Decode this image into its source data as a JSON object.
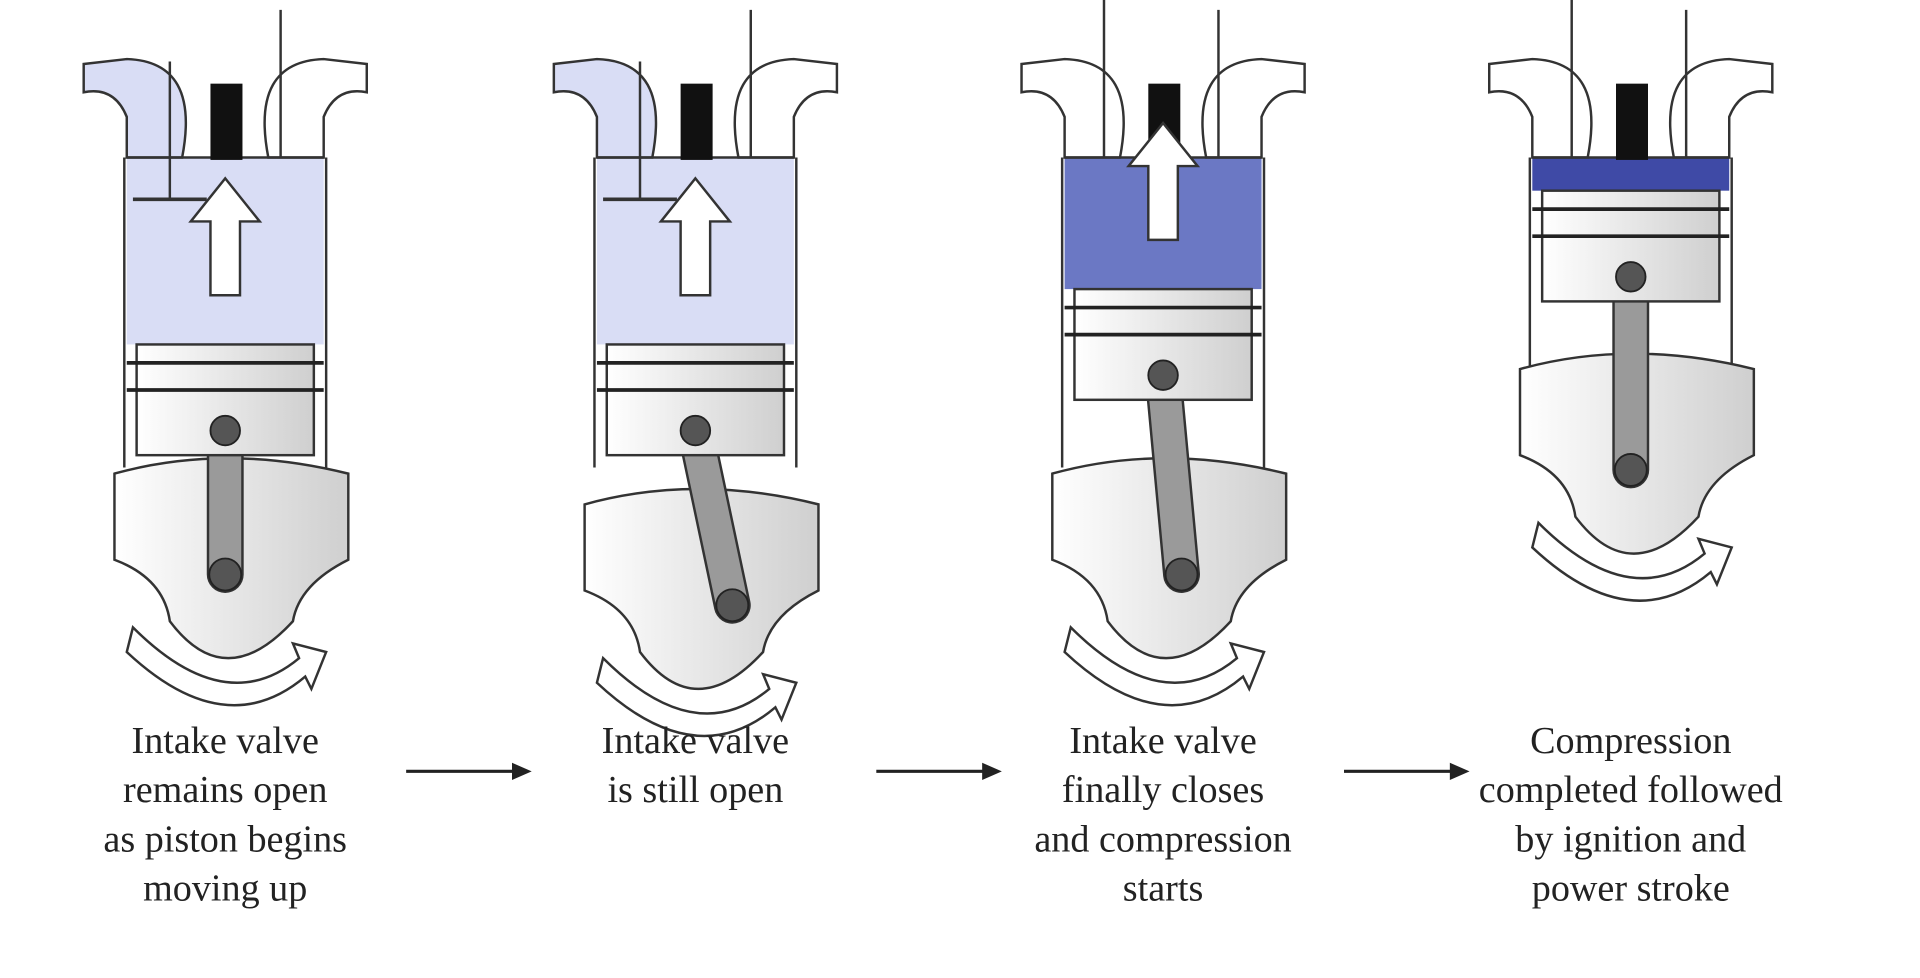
{
  "colors": {
    "intake_charge": "#d9ddf5",
    "compressed_charge": "#6b78c4",
    "compressed_thin": "#3f4aa6",
    "spark_plug": "#111111",
    "piston": "#ececec",
    "rod": "#9a9a9a"
  },
  "stages": [
    {
      "caption": [
        "Intake valve",
        "remains open",
        "as piston begins",
        "moving up"
      ],
      "intake_open": true,
      "charge": "intake"
    },
    {
      "caption": [
        "Intake valve",
        "is still open"
      ],
      "intake_open": true,
      "charge": "intake"
    },
    {
      "caption": [
        "Intake valve",
        "finally closes",
        "and compression",
        "starts"
      ],
      "intake_open": false,
      "charge": "compressing"
    },
    {
      "caption": [
        "Compression",
        "completed followed",
        "by ignition and",
        "power stroke"
      ],
      "intake_open": false,
      "charge": "compressed"
    }
  ]
}
